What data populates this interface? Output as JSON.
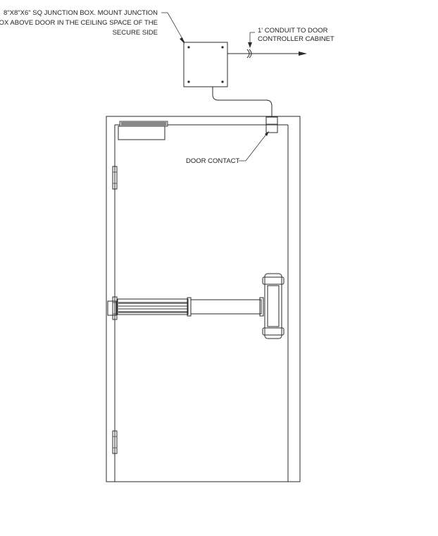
{
  "labels": {
    "junction_box_line1": "8\"X8\"X6\" SQ JUNCTION BOX.  MOUNT JUNCTION",
    "junction_box_line2": "BOX ABOVE DOOR IN THE CEILING SPACE OF THE",
    "junction_box_line3": "SECURE SIDE",
    "conduit_line1": "1' CONDUIT TO DOOR",
    "conduit_line2": "CONTROLLER CABINET",
    "door_contact": "DOOR CONTACT"
  },
  "colors": {
    "line": "#2a2a2a",
    "background": "#ffffff"
  }
}
